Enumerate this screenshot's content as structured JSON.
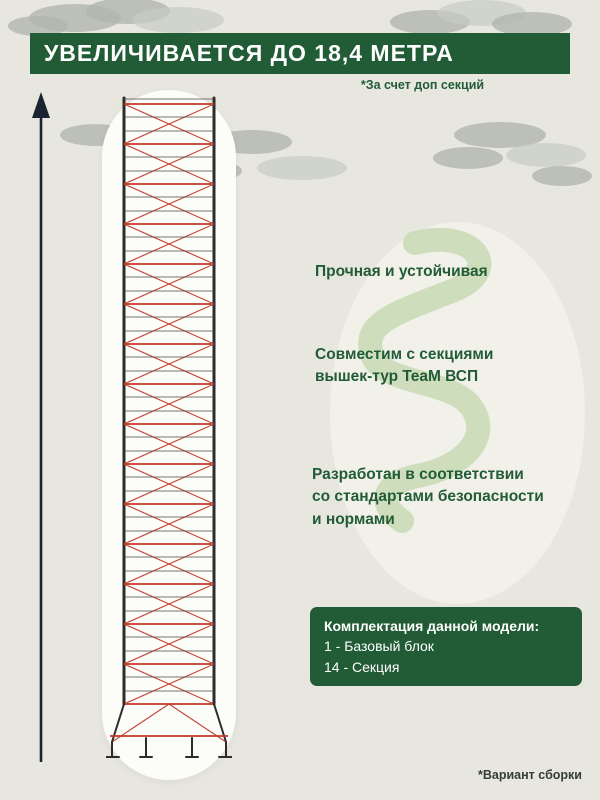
{
  "banner": {
    "title": "УВЕЛИЧИВАЕТСЯ ДО 18,4 МЕТРА",
    "note": "*За счет доп секций"
  },
  "features": [
    {
      "text": "Прочная и устойчивая"
    },
    {
      "text": "Совместим с секциями\nвышек-тур TeaM ВСП"
    },
    {
      "text": "Разработан в соответствии\nсо стандартами безопасности\nи нормами"
    }
  ],
  "kit": {
    "title": "Комплектация данной модели:",
    "items": [
      "1 - Базовый блок",
      "14 - Секция"
    ]
  },
  "footnote": "*Вариант сборки",
  "colors": {
    "green": "#215c36",
    "red": "#c0392b",
    "frame": "#2e2c28",
    "bg": "#e8e7df",
    "squiggle": "#cbdcb9",
    "cloud": "#b2b7ae"
  }
}
